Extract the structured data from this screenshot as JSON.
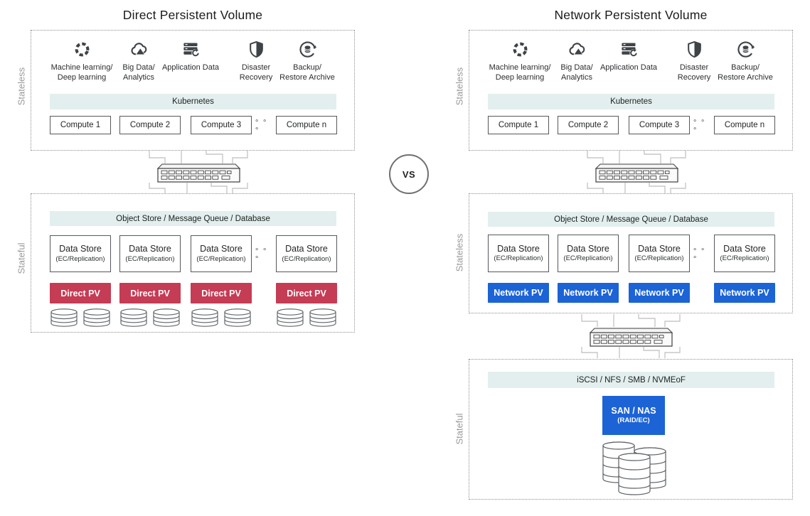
{
  "vs": "VS",
  "colors": {
    "tier_bar": "#e2efee",
    "direct_pv": "#c53c55",
    "network_pv": "#1c63d6",
    "icon": "#3e4347"
  },
  "left": {
    "title": "Direct Persistent Volume",
    "stateless_label": "Stateless",
    "stateful_label": "Stateful",
    "workloads": [
      {
        "icon": "machine-learning-icon",
        "line1": "Machine learning/",
        "line2": "Deep learning"
      },
      {
        "icon": "big-data-icon",
        "line1": "Big Data/",
        "line2": "Analytics"
      },
      {
        "icon": "application-data-icon",
        "line1": "Application Data",
        "line2": ""
      },
      {
        "icon": "disaster-recovery-icon",
        "line1": "Disaster",
        "line2": "Recovery"
      },
      {
        "icon": "backup-restore-icon",
        "line1": "Backup/",
        "line2": "Restore Archive"
      }
    ],
    "platform_bar": "Kubernetes",
    "compute_nodes": [
      "Compute 1",
      "Compute 2",
      "Compute 3",
      "Compute n"
    ],
    "ellipsis": "∘ ∘ ∘",
    "storage_bar": "Object Store / Message Queue / Database",
    "data_store": {
      "title": "Data Store",
      "subtitle": "(EC/Replication)"
    },
    "pv_label": "Direct PV"
  },
  "right": {
    "title": "Network Persistent Volume",
    "stateless_label": "Stateless",
    "middle_label": "Stateless",
    "stateful_label": "Stateful",
    "workloads": [
      {
        "icon": "machine-learning-icon",
        "line1": "Machine learning/",
        "line2": "Deep learning"
      },
      {
        "icon": "big-data-icon",
        "line1": "Big Data/",
        "line2": "Analytics"
      },
      {
        "icon": "application-data-icon",
        "line1": "Application Data",
        "line2": ""
      },
      {
        "icon": "disaster-recovery-icon",
        "line1": "Disaster",
        "line2": "Recovery"
      },
      {
        "icon": "backup-restore-icon",
        "line1": "Backup/",
        "line2": "Restore Archive"
      }
    ],
    "platform_bar": "Kubernetes",
    "compute_nodes": [
      "Compute 1",
      "Compute 2",
      "Compute 3",
      "Compute n"
    ],
    "ellipsis": "∘ ∘ ∘",
    "storage_bar": "Object Store / Message Queue / Database",
    "data_store": {
      "title": "Data Store",
      "subtitle": "(EC/Replication)"
    },
    "pv_label": "Network PV",
    "protocol_bar": "iSCSI / NFS / SMB / NVMEoF",
    "san": {
      "title": "SAN / NAS",
      "subtitle": "(RAID/EC)"
    }
  }
}
